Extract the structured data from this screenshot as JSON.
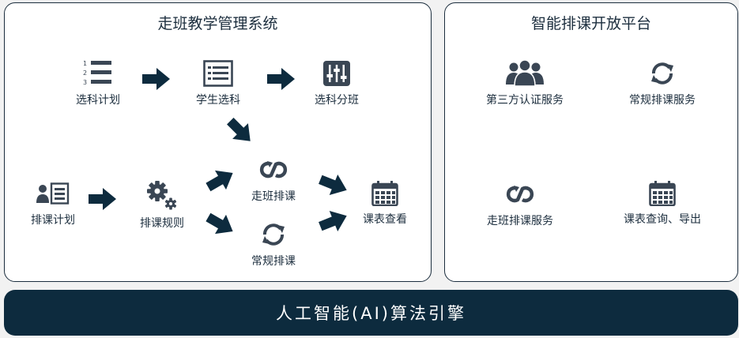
{
  "left_panel": {
    "title": "走班教学管理系统",
    "nodes": {
      "course_plan": "选科计划",
      "student_select": "学生选科",
      "class_split": "选科分班",
      "schedule_plan": "排课计划",
      "schedule_rules": "排课规则",
      "walk_class_schedule": "走班排课",
      "regular_schedule": "常规排课",
      "timetable_view": "课表查看"
    }
  },
  "right_panel": {
    "title": "智能排课开放平台",
    "services": {
      "auth": "第三方认证服务",
      "regular": "常规排课服务",
      "walk": "走班排课服务",
      "query": "课表查询、导出"
    }
  },
  "engine": {
    "label": "人工智能(AI)算法引擎"
  },
  "colors": {
    "primary": "#1c2e3e",
    "bar": "#0d2b3e",
    "icon": "#3a4654"
  }
}
